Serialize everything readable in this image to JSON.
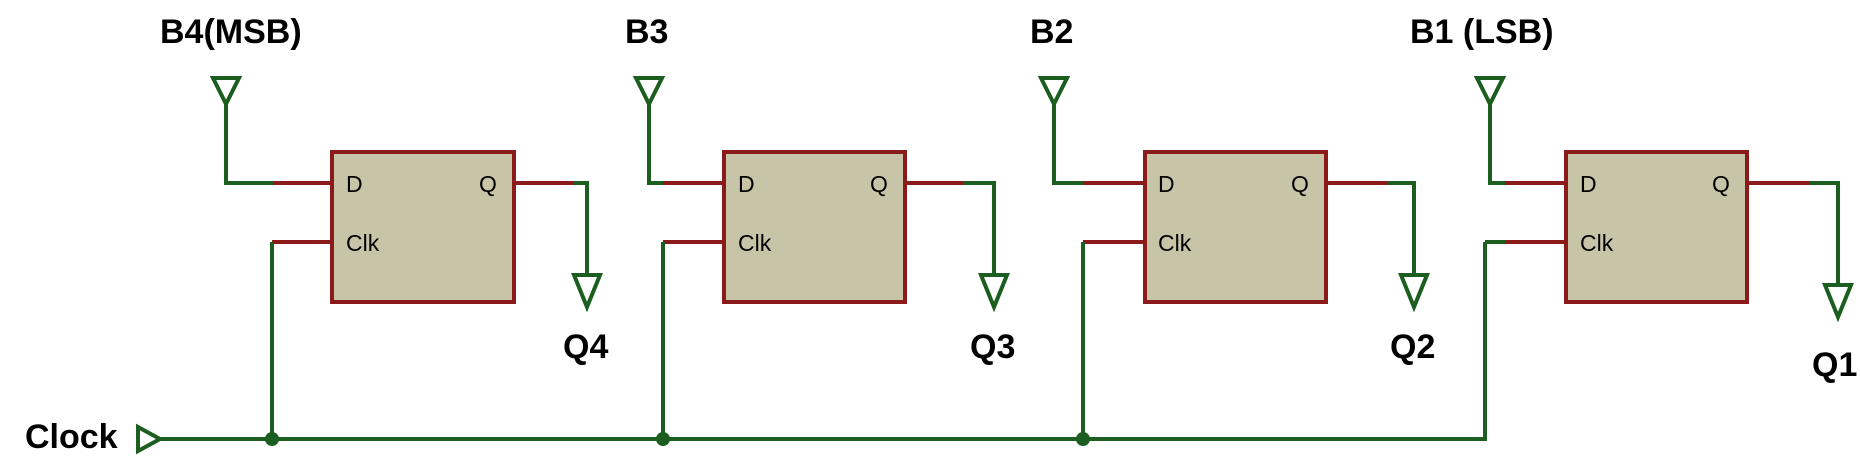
{
  "clock": {
    "label": "Clock"
  },
  "flipflops": [
    {
      "input": "B4(MSB)",
      "output": "Q4",
      "d": "D",
      "q": "Q",
      "clk": "Clk"
    },
    {
      "input": "B3",
      "output": "Q3",
      "d": "D",
      "q": "Q",
      "clk": "Clk"
    },
    {
      "input": "B2",
      "output": "Q2",
      "d": "D",
      "q": "Q",
      "clk": "Clk"
    },
    {
      "input": "B1 (LSB)",
      "output": "Q1",
      "d": "D",
      "q": "Q",
      "clk": "Clk"
    }
  ],
  "colors": {
    "wire": "#1b5e20",
    "pin": "#8b1a1a",
    "box": "#c8c4a8"
  }
}
